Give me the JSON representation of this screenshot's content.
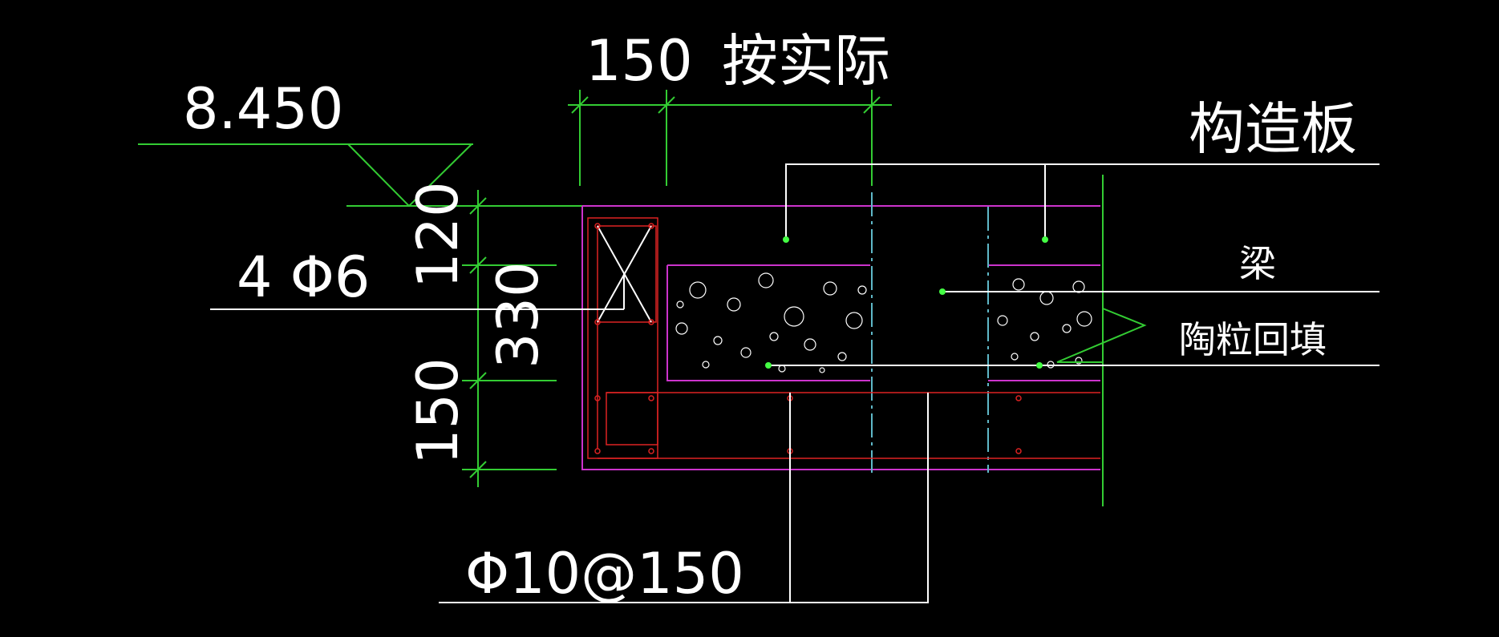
{
  "labels": {
    "elevation": "8.450",
    "dim_top_left": "150",
    "dim_top_right": "按实际",
    "dim_left_top": "120",
    "dim_left_mid": "330",
    "dim_left_bottom": "150",
    "rebar_longitudinal": "4 Φ6",
    "stirrup": "Φ10@150",
    "slab": "构造板",
    "beam": "梁",
    "backfill": "陶粒回填"
  },
  "colors": {
    "background": "#000000",
    "dimension": "#33cc33",
    "leader": "#ffffff",
    "outline": "#cc33cc",
    "rebar": "#dd2222",
    "centerline": "#5fb8c8"
  }
}
